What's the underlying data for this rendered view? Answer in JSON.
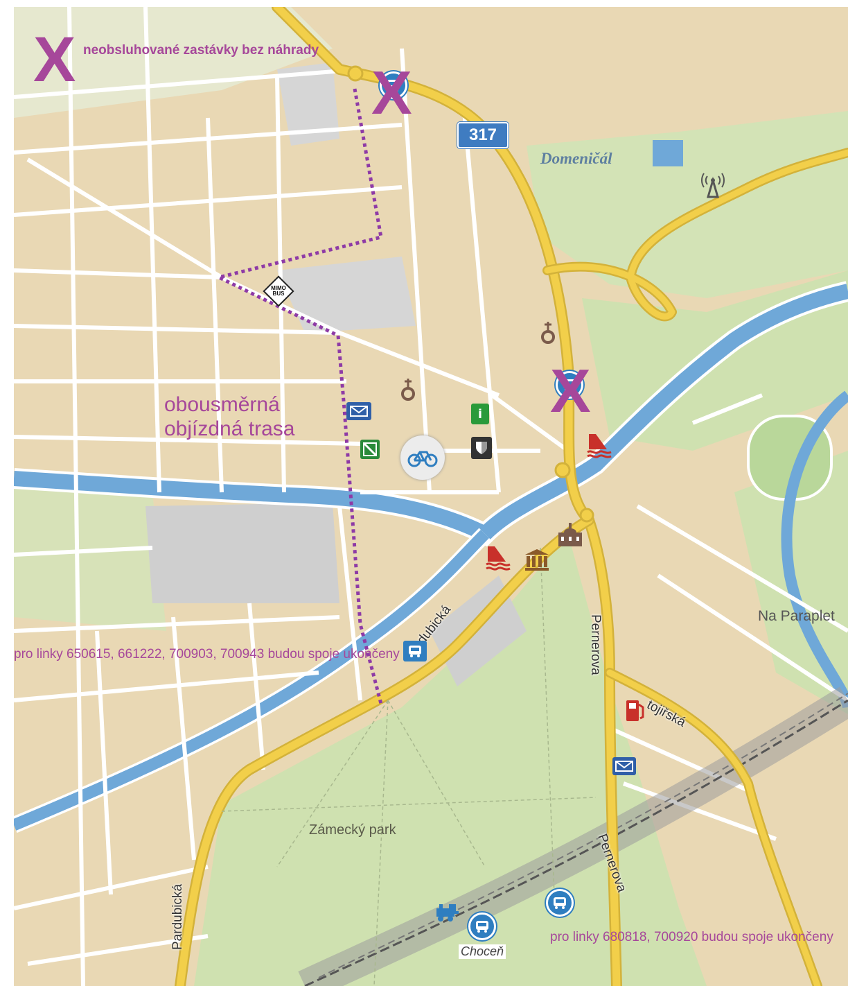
{
  "legend": {
    "mark": "X",
    "text": "neobsluhované zastávky bez náhrady"
  },
  "annotations": {
    "detour": "obousměrná objízdná trasa",
    "note_north": "pro linky 650615, 661222, 700903, 700943 budou spoje ukončeny",
    "note_south": "pro linky 680818, 700920 budou spoje ukončeny",
    "cancel_mark": "X",
    "mimo_bus": "MIMO BUS"
  },
  "places": {
    "pond": "Domeničál",
    "park": "Zámecký park",
    "area": "Na Paraplet",
    "station": "Choceň"
  },
  "streets": {
    "pardubicka": "Pardubická",
    "pernerova": "Pernerova",
    "svatojirska": "tojiřská"
  },
  "road": {
    "number": "317"
  },
  "icons": {
    "info": "i",
    "bus_stop": "bus-stop-icon",
    "mail": "mail-icon",
    "bike": "bike-icon",
    "church": "church-icon",
    "museum": "museum-icon",
    "castle": "castle-icon",
    "weir": "weir-icon",
    "train": "train-icon",
    "fuel": "fuel-station-icon",
    "antenna": "antenna-icon"
  },
  "colors": {
    "land": "#e9d8b4",
    "green": "#cfe1b0",
    "water": "#6fa8d8",
    "major_road": "#f2cf4a",
    "detour": "#8e3aa6",
    "annotation": "#a6479a",
    "bus_icon": "#2f7ec0"
  }
}
